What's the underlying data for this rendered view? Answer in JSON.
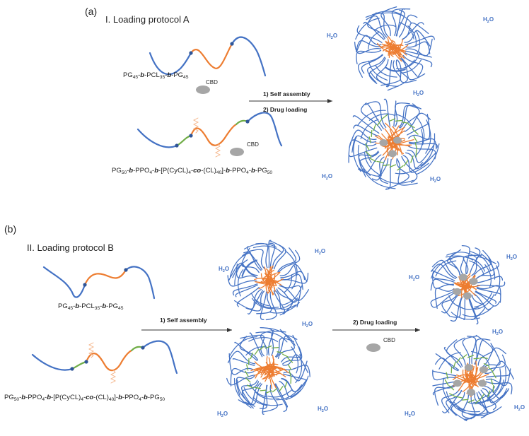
{
  "panel_a": {
    "letter": "(a)",
    "title": "I. Loading protocol A",
    "step1": "1) Self assembly",
    "step2": "2) Drug loading",
    "drug_label": "CBD"
  },
  "panel_b": {
    "letter": "(b)",
    "title": "II. Loading protocol B",
    "step1": "1) Self assembly",
    "step2": "2) Drug loading",
    "drug_label": "CBD"
  },
  "water": {
    "h2o": "H",
    "two": "2",
    "o": "O"
  },
  "formula1": {
    "pg": "PG",
    "n45": "45",
    "b": "b",
    "pcl": "PCL",
    "n35": "35",
    "dash": "-"
  },
  "formula2": {
    "pg": "PG",
    "n50": "50",
    "b": "b",
    "ppo": "PPO",
    "n4": "4",
    "pcycl": "[P(CyCL)",
    "co": "co",
    "cl": "(CL)",
    "n40": "40",
    "close": "]",
    "dash": "-"
  },
  "colors": {
    "corona": "#4472c4",
    "core": "#ed7d31",
    "spacer": "#70ad47",
    "drug": "#a6a6a6",
    "junction": "#2f5597",
    "arrow": "#333333"
  },
  "icons": {
    "drug": "grey-ellipse",
    "junction": "dot"
  }
}
